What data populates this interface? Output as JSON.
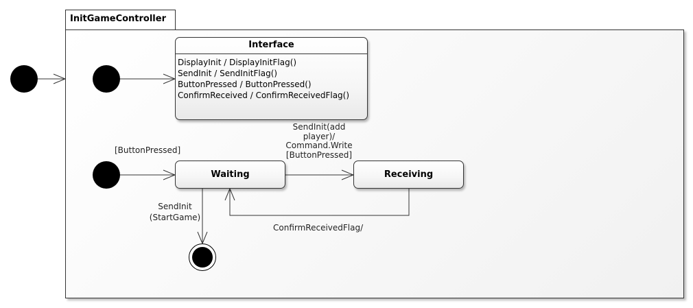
{
  "package": {
    "name": "InitGameController"
  },
  "states": {
    "interface": {
      "title": "Interface",
      "internal_transitions": [
        "DisplayInit / DisplayInitFlag()",
        "SendInit / SendInitFlag()",
        "ButtonPressed / ButtonPressed()",
        "ConfirmReceived / ConfirmReceivedFlag()"
      ]
    },
    "waiting": {
      "title": "Waiting"
    },
    "receiving": {
      "title": "Receiving"
    }
  },
  "transitions": {
    "initial_guard": "[ButtonPressed]",
    "waiting_to_receiving": [
      "SendInit(add",
      "player)/",
      "Command.Write",
      "[ButtonPressed]"
    ],
    "receiving_to_waiting": "ConfirmReceivedFlag/",
    "waiting_to_final": [
      "SendInit",
      "(StartGame)"
    ]
  },
  "colors": {
    "line": "#333333",
    "pseudostate": "#000000"
  }
}
